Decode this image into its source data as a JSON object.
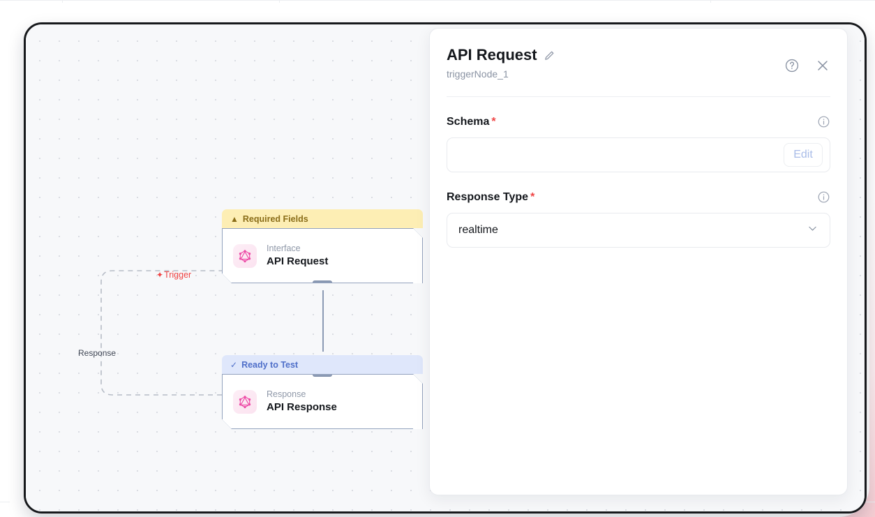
{
  "canvas": {
    "edges": [
      {
        "label": "Trigger",
        "icon": "lightning-bolt-icon",
        "color": "#ef4444"
      },
      {
        "label": "Response",
        "icon": "",
        "color": "#3f4654"
      }
    ],
    "nodes": [
      {
        "id": "node-api-request",
        "status_label": "Required Fields",
        "status_icon": "warning-triangle-icon",
        "status_type": "warning",
        "status_bg": "#fdeeb4",
        "status_fg": "#8a6d18",
        "icon": "graphql-icon",
        "kind": "Interface",
        "title": "API Request"
      },
      {
        "id": "node-api-response",
        "status_label": "Ready to Test",
        "status_icon": "check-icon",
        "status_type": "ok",
        "status_bg": "#dfe7fb",
        "status_fg": "#4f6fc9",
        "icon": "graphql-icon",
        "kind": "Response",
        "title": "API Response"
      }
    ]
  },
  "panel": {
    "title": "API Request",
    "edit_title_icon": "pencil-icon",
    "subtitle": "triggerNode_1",
    "help_icon": "question-circle-icon",
    "close_icon": "close-icon",
    "fields": [
      {
        "label": "Schema",
        "required": "*",
        "info_icon": "info-circle-icon",
        "type": "text-with-button",
        "value": "",
        "button_label": "Edit"
      },
      {
        "label": "Response Type",
        "required": "*",
        "info_icon": "info-circle-icon",
        "type": "select",
        "value": "realtime",
        "chevron_icon": "chevron-down-icon"
      }
    ]
  },
  "theme": {
    "accent_pink": "#e754a6",
    "warning": "#8a6d18",
    "ok_blue": "#4f6fc9",
    "required_red": "#ef4444",
    "canvas_bg": "#f7f8fa"
  }
}
